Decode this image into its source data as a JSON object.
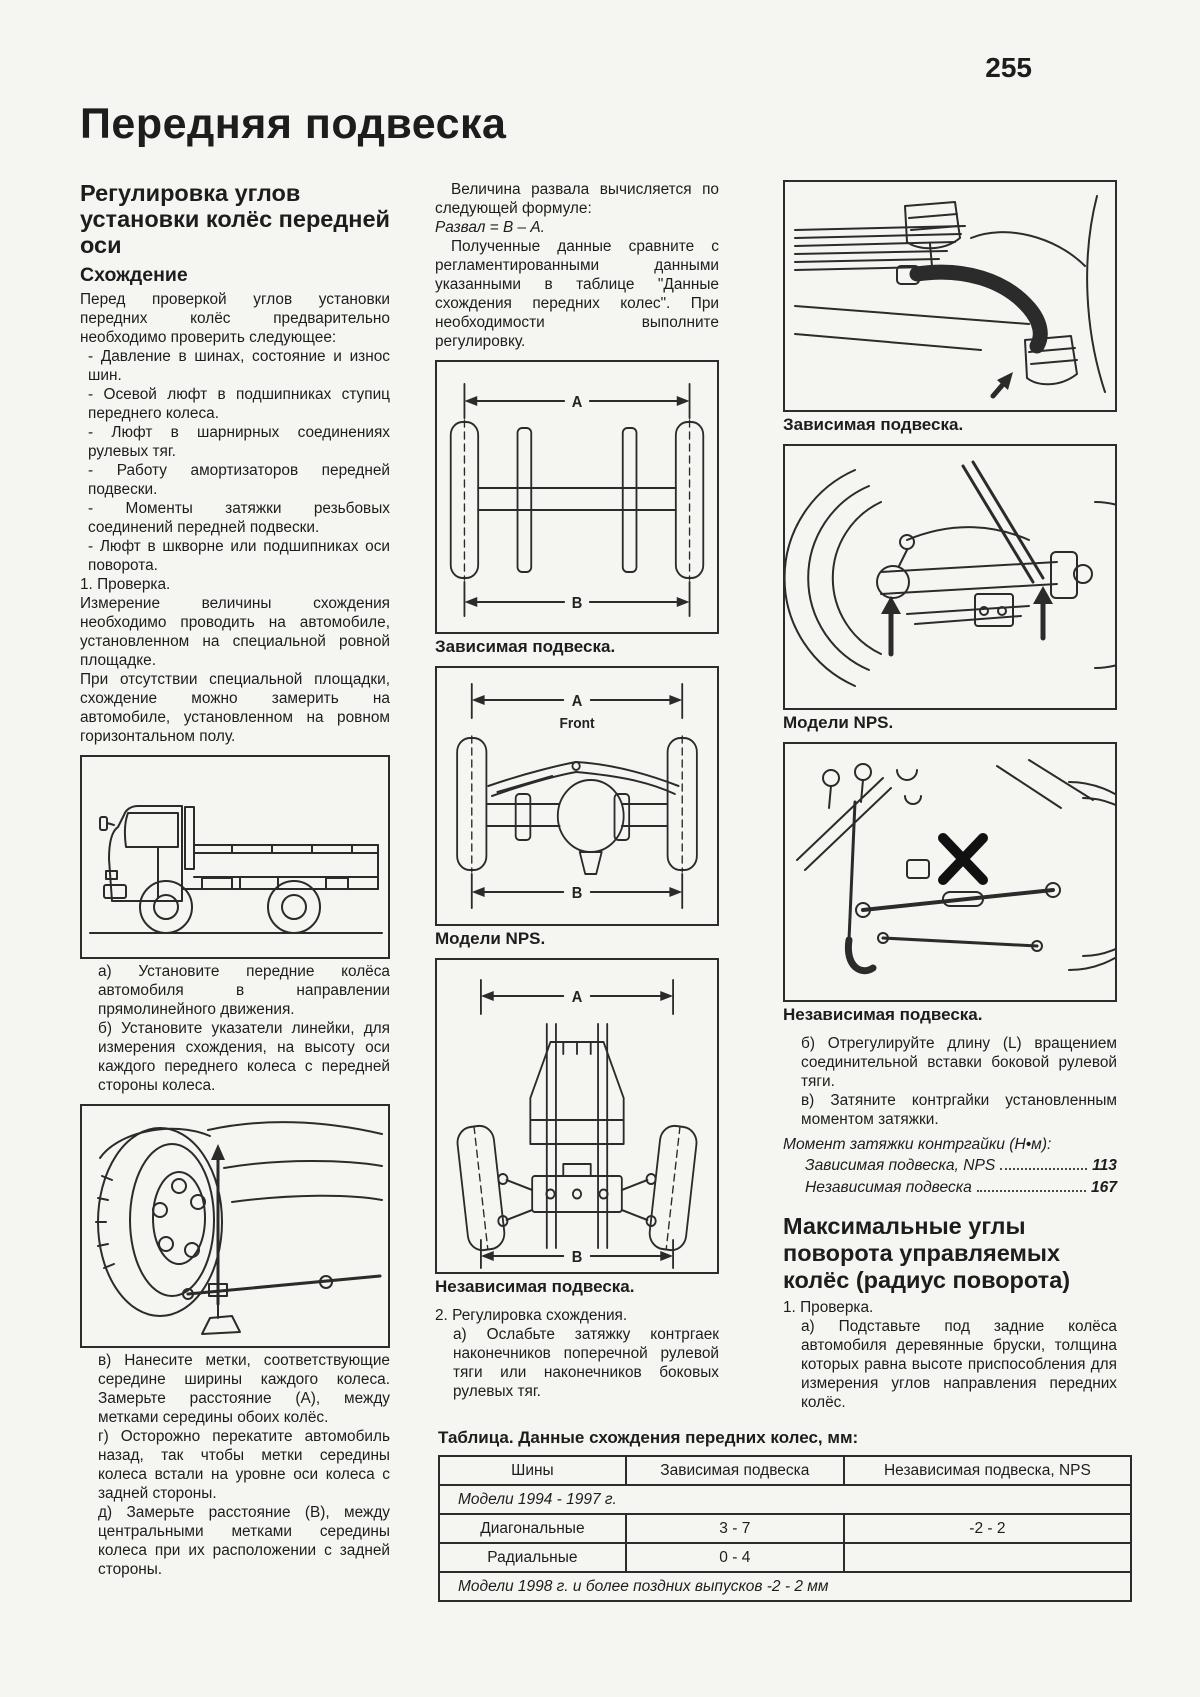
{
  "page": {
    "number": "255",
    "title": "Передняя подвеска",
    "paper_color": "#f5f5f2",
    "ink_color": "#1d1d1d"
  },
  "left": {
    "heading": "Регулировка углов установки колёс передней оси",
    "subheading": "Схождение",
    "intro": "Перед проверкой углов установки передних колёс предварительно необходимо проверить следующее:",
    "bullets": [
      "- Давление в шинах, состояние и износ шин.",
      "- Осевой люфт в подшипниках ступиц переднего колеса.",
      "- Люфт в шарнирных соединениях рулевых тяг.",
      "- Работу амортизаторов передней подвески.",
      "- Моменты затяжки резьбовых соединений передней подвески.",
      "- Люфт в шкворне или подшипниках оси поворота."
    ],
    "check_label": "1. Проверка.",
    "p1": "Измерение величины схождения необходимо проводить на автомобиле, установленном на специальной ровной площадке.",
    "p2": "При отсутствии специальной площадки, схождение можно замерить на автомобиле, установленном на ровном горизонтальном полу.",
    "step_a": "а) Установите передние колёса автомобиля в направлении прямолинейного движения.",
    "step_b": "б) Установите указатели линейки, для измерения схождения, на высоту оси каждого переднего колеса с передней стороны колеса.",
    "step_v": "в) Нанесите метки, соответствующие середине ширины каждого колеса. Замерьте расстояние (А), между метками середины обоих колёс.",
    "step_g": "г) Осторожно перекатите автомобиль назад, так чтобы метки середины колеса встали на уровне оси колеса с задней стороны.",
    "step_d": "д) Замерьте расстояние (В), между центральными метками середины колеса при их расположении с задней стороны."
  },
  "middle": {
    "p1": "Величина развала вычисляется по следующей формуле:",
    "formula": "Развал = В – А.",
    "p2": "Полученные данные сравните с регламентированными данными указанными в таблице \"Данные схождения передних колес\". При необходимости выполните регулировку.",
    "caption1": "Зависимая подвеска.",
    "caption2": "Модели NPS.",
    "caption3": "Независимая подвеска.",
    "labels": {
      "a": "A",
      "b": "B",
      "front": "Front"
    },
    "step2": "2. Регулировка схождения.",
    "step2a": "а) Ослабьте затяжку контргаек наконечников поперечной рулевой тяги или наконечников боковых рулевых тяг."
  },
  "right": {
    "caption1": "Зависимая подвеска.",
    "caption2": "Модели NPS.",
    "caption3": "Независимая подвеска.",
    "step_b": "б) Отрегулируйте длину (L) вращением соединительной вставки боковой рулевой тяги.",
    "step_v": "в) Затяните контргайки установленным моментом затяжки.",
    "torque_title": "Момент затяжки контргайки (Н•м):",
    "torque_rows": [
      {
        "label": "Зависимая подвеска, NPS",
        "value": "113"
      },
      {
        "label": "Независимая подвеска",
        "value": "167"
      }
    ],
    "heading2": "Максимальные углы поворота управляемых колёс (радиус поворота)",
    "check_label": "1. Проверка.",
    "step_a": "а) Подставьте под задние колёса автомобиля деревянные бруски, толщина которых равна высоте приспособления для измерения углов направления передних колёс."
  },
  "table": {
    "title": "Таблица. Данные схождения передних колес, мм:",
    "headers": [
      "Шины",
      "Зависимая подвеска",
      "Независимая подвеска, NPS"
    ],
    "group_1994": "Модели 1994 - 1997 г.",
    "rows": [
      {
        "tires": "Диагональные",
        "dependent": "3 - 7",
        "independent": "-2 - 2"
      },
      {
        "tires": "Радиальные",
        "dependent": "0 - 4",
        "independent": ""
      }
    ],
    "group_1998": "Модели 1998 г. и более поздних выпусков  -2 - 2 мм"
  }
}
